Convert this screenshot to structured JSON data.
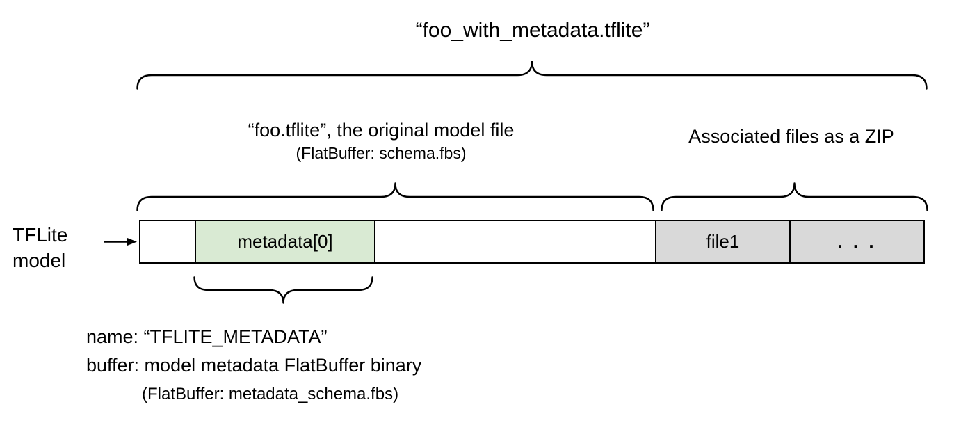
{
  "title": "“foo_with_metadata.tflite”",
  "labels": {
    "model_file": {
      "line1": "“foo.tflite”, the original model file",
      "line2": "(FlatBuffer: schema.fbs)"
    },
    "associated_files": "Associated files as a ZIP",
    "tflite_model": {
      "line1": "TFLite",
      "line2": "model"
    }
  },
  "bar": {
    "segments": [
      {
        "name": "header",
        "label": ""
      },
      {
        "name": "metadata",
        "label": "metadata[0]"
      },
      {
        "name": "model-body",
        "label": ""
      },
      {
        "name": "file1",
        "label": "file1"
      },
      {
        "name": "more-files",
        "label": ". . ."
      }
    ]
  },
  "metadata_annotation": {
    "line1": "name: “TFLITE_METADATA”",
    "line2": "buffer: model metadata FlatBuffer binary",
    "line3": "(FlatBuffer: metadata_schema.fbs)"
  },
  "colors": {
    "metadata_fill": "#d9ead3",
    "associated_files_fill": "#d9d9d9",
    "stroke": "#000000",
    "background": "#ffffff"
  }
}
